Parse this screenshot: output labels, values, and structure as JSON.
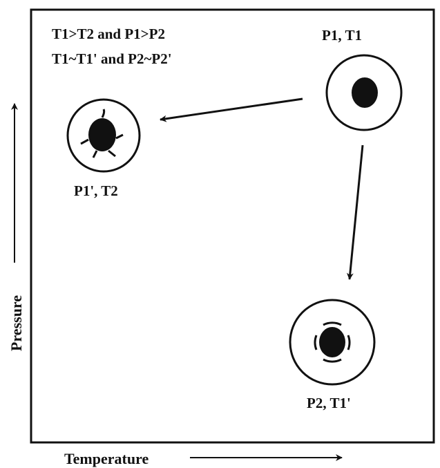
{
  "conditions": {
    "line1": "T1>T2 and P1>P2",
    "line2": "T1~T1' and P2~P2'"
  },
  "states": {
    "initial": "P1, T1",
    "cooled": "P1', T2",
    "depressurized": "P2, T1'"
  },
  "axes": {
    "x": "Temperature",
    "y": "Pressure"
  }
}
